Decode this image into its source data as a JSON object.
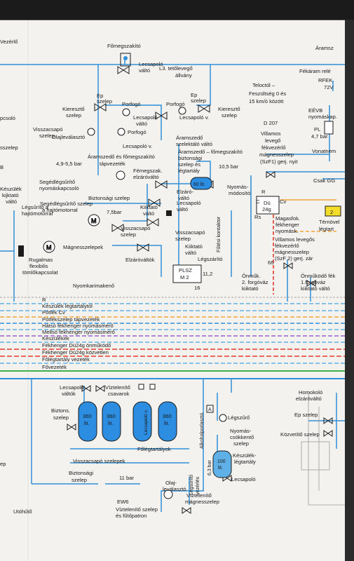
{
  "labels": {
    "fomegszakito": "Főmegszakító",
    "lecsapolo_valto_top": "Lecsapoló",
    "lecsapolo_valto_top2": "váltó",
    "l3_1": "L3. tetőlevegő",
    "l3_2": "állvány",
    "aramsz": "Áramsz",
    "fekaram_1": "Fékáram relé",
    "fekaram_2": "RFEK",
    "fekaram_3": "72V",
    "ep_szelep": "Ep",
    "ep_szelep2": "szelep",
    "kieresztő_szelep_l": "Kieresztő",
    "kieresztő_szelep_l2": "szelep",
    "porfogo_l": "Porfogó",
    "lecsapolo_valto_l": "Lecsapoló",
    "lecsapolo_valto_l2": "váltó",
    "porfogo_r": "Porfogó",
    "lecsapolo_v_r": "Lecsapoló v.",
    "ep_r1": "Ep",
    "ep_r2": "szelep",
    "kieresztő_r1": "Kieresztő",
    "kieresztő_r2": "szelep",
    "teloctol_1": "Teloctól –",
    "teloctol_2": "Feszültség 0 és",
    "teloctol_3": "15 km/ó között",
    "eevb_1": "EÉVB",
    "eevb_2": "nyomáskap.",
    "pl_1": "PL",
    "pl_2": "4,7 bar",
    "vonatnem": "Vonatnem",
    "csapcsolo": "pcsoló",
    "visszacsapo_1": "Visszacsapó",
    "visszacsapo_2": "szelep",
    "olajlevalaszto": "Olajleválasztó",
    "porfogo_m": "Porfogó",
    "lecsapolo_v_m": "Lecsapoló v.",
    "aramszedo_szelektalo_1": "Áramszedő",
    "aramszedo_szelektalo_2": "szelektáló váltó",
    "d207": "D 207",
    "villamos_1": "Villamos",
    "villamos_2": "levegő",
    "villamos_3": "fékvezérlő",
    "villamos_4": "mágnesszelep",
    "villamos_5": "(SzF1) gerj. nyit",
    "sszelep": "sszelep",
    "aramszedo_fomegsz_1": "Áramszedő és főmegszakító",
    "aramszedo_fomegsz_2": "tápvezeték",
    "aramszedo_fomegsz_3": "Fémegszak.",
    "aramszedo_fomegsz_4": "elzáróváltó",
    "bar_4955": "4,9-5,5 bar",
    "aramszedo_biz_1": "Áramszedő – főmegszakító",
    "aramszedo_biz_2": "biztonsági",
    "aramszedo_biz_3": "szelep és",
    "aramszedo_biz_4": "légtartály",
    "bar_105": "10,5 bar",
    "b_label": "B",
    "csak_gg": "Csak GG",
    "segedlegsuritő_1": "Segédlégsűrítő",
    "segedlegsuritő_2": "nyomáskapcsoló",
    "tank60": "60 lit.",
    "elzaro_valto_1": "Elzáró-",
    "elzaro_valto_2": "váltó",
    "nyomas_modosito_1": "Nyomás-",
    "nyomas_modosito_2": "módosító",
    "r_label": "R",
    "c_label": "C",
    "cv_label": "Cv",
    "du24g_1": "Dü",
    "du24g_2": "24g",
    "value_2": "2",
    "ternovel_1": "Térnövel",
    "ternovel_2": "légtart",
    "keszulek_kijktato_1": "Készülék",
    "keszulek_kijktato_2": "kijktató",
    "keszulek_kijktato_3": "váltó",
    "biztonsagi_szelep_1": "Biztonsági szelep",
    "segedlegsuritő_m1": "Segédlégsűrítő szelep",
    "segedlegsuritő_m2": "a hajtómotorral",
    "bar_75": "7,5bar",
    "kiiktato_valto_1": "Kiiktató",
    "kiiktato_valto_2": "váltó",
    "lecsapolo_valto_m1": "Lecsapoló",
    "lecsapolo_valto_m2": "váltó",
    "futesi_kontaktor": "Fűtési kontaktor",
    "magasfok_1": "Magasfok.",
    "magasfok_2": "fékhenger",
    "magasfok_3": "nyomásk.",
    "rs_label": "Rs",
    "legsuritő_hajto_1": "Légsűrítő a",
    "legsuritő_hajto_2": "hajtómotorral",
    "visszacsapo_szelep_m1": "Visszacsapó",
    "visszacsapo_szelep_m2": "szelep",
    "visszacsapo_szelep_r1": "Visszacsapó",
    "visszacsapo_szelep_r2": "szelep",
    "kiiktato_valto_r1": "Kiiktató",
    "kiiktato_valto_r2": "váltó",
    "legszarito": "Légszárító",
    "villamos_b1": "Villamos levegős",
    "villamos_b2": "fékvezérlő",
    "villamos_b3": "mágnesszelep",
    "villamos_b4": "(SzF 2) gerj. zár",
    "val_66": "66",
    "magnesszelepek": "Mágnesszelepek",
    "elzarovaltok": "Elzáróváltók",
    "rugalmas_1": "Rugalmas",
    "rugalmas_2": "flexibilis",
    "rugalmas_3": "tömlőkapcsolat",
    "plsz_1": "PLSZ",
    "plsz_2": "M 2",
    "bar_112": "11,2",
    "val_16": "16",
    "onmukodo_1": "Önműk.",
    "onmukodo_2": "2. forgóváz",
    "onmukodo_3": "kiiktató",
    "onmukodo_r1": "Önműködő fék",
    "onmukodo_r2": "1.forgóváz",
    "onmukodo_r3": "kiiktató váltó",
    "nyomkarimakeno": "Nyomkarimakenő",
    "val_r": "R",
    "keszulek_l": "Készülék",
    "keszulek_ltt": "Készülék légtartálytól",
    "potfek_cv": "Pótfék Cv",
    "potfekszelep": "Pótfékszelep tápvezeték",
    "hatso_fekhenger": "Hátsó fékhenger nyomásmérő",
    "melso_fekhenger": "Mellső fékhenger nyomásmérő",
    "keszulekek": "Készülékek",
    "fekhenger_du_onm": "Fékhenger Dü24g önműködő",
    "fekhenger_du_kozv": "Fékhenger Dü24g közvetlen",
    "foleg_vezetek": "Főlégtartály vezeték",
    "fovezetek": "Fővezeték",
    "lecsapolo_valtok_1": "Lecsapoló",
    "lecsapolo_valtok_2": "váltók",
    "viztelenito_1": "Víztelenítő",
    "viztelenito_2": "csavarok",
    "homokolo_1": "Homokoló",
    "homokolo_2": "elzáróváltó",
    "ep_szelep_br": "Ep szelep",
    "kozvetito_szelep": "Közvetítő szelep",
    "biztons_1": "Biztons.",
    "biztons_2": "szelep",
    "tank360_1": "360",
    "tank360_1u": "lit.",
    "tank360_2": "360",
    "tank360_2u": "lit.",
    "tank360_3": "Lecsapoló v.",
    "tank360_4": "360",
    "tank360_4u": "lit.",
    "alkoholporlaszto": "Alkoholporlasztó",
    "a_label": "A",
    "legszuro": "Légszűrő",
    "nyomascsokkento_1": "Nyomás-",
    "nyomascsokkento_2": "csökkentő",
    "nyomascsokkento_3": "szelep",
    "foleg_tartalyok": "Főlégtartályok",
    "visszacsapo_szelepek": "Visszacsapó szelepek",
    "keszulek_legtartaly_1": "Készülék-",
    "keszulek_legtartaly_2": "légtartály",
    "tank100_1": "100",
    "tank100_2": "lit.",
    "legsurito_vez_1": "Légsűrítő",
    "legsurito_vez_2": "vezérlés",
    "bar_63": "6,3 bar",
    "lecsapolo_b": "Lecsapoló",
    "biztonsagi_b1": "Biztonsági",
    "biztonsagi_b2": "szelep",
    "bar_11": "11 bar",
    "olaj_1": "Olaj-",
    "olaj_2": "leválasztó",
    "ep_left": "ep",
    "utohuto": "Utóhűtő",
    "ew6": "EW6",
    "viztelenito_szelep_1": "Víztelenítő szelep",
    "viztelenito_szelep_2": "és fűtőpatron",
    "viztelenito_magnes_1": "Víztelenítő",
    "viztelenito_magnes_2": "mágnesszelep",
    "left_vezerlo": "Vezérlő"
  },
  "colors": {
    "paper": "#f4f2ee",
    "blue": "#2f8fd8",
    "lightblue": "#5fb0e6",
    "red": "#e53a2f",
    "orange": "#f2a53a",
    "yellow": "#f4dc2a",
    "green": "#3db24a",
    "purple": "#9a5fcf",
    "tank": "#2d8de0",
    "dark": "#1b1b1b"
  }
}
